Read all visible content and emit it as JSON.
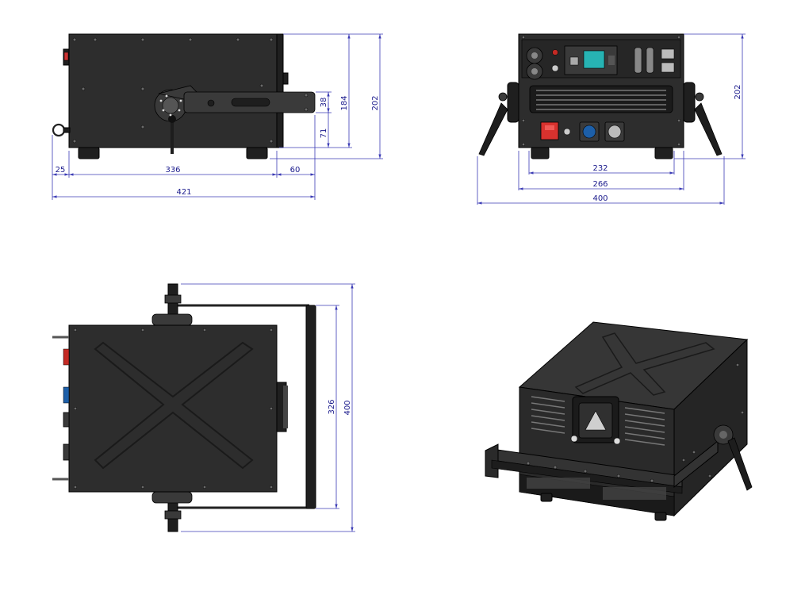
{
  "dimensions": {
    "side": {
      "d25": "25",
      "d336": "336",
      "d60": "60",
      "d421": "421",
      "d38": "38",
      "d71": "71",
      "d184": "184",
      "d202": "202"
    },
    "front": {
      "d232": "232",
      "d266": "266",
      "d400": "400",
      "d202": "202"
    },
    "top": {
      "d326": "326",
      "d400": "400"
    }
  },
  "colors": {
    "housing": "#2d2d2d",
    "dimension_line": "#3b3bb5",
    "dimension_text": "#1a1a8c",
    "display": "#27b3b3",
    "power_switch": "#d8322e",
    "connector_blue": "#1d5fa8"
  }
}
